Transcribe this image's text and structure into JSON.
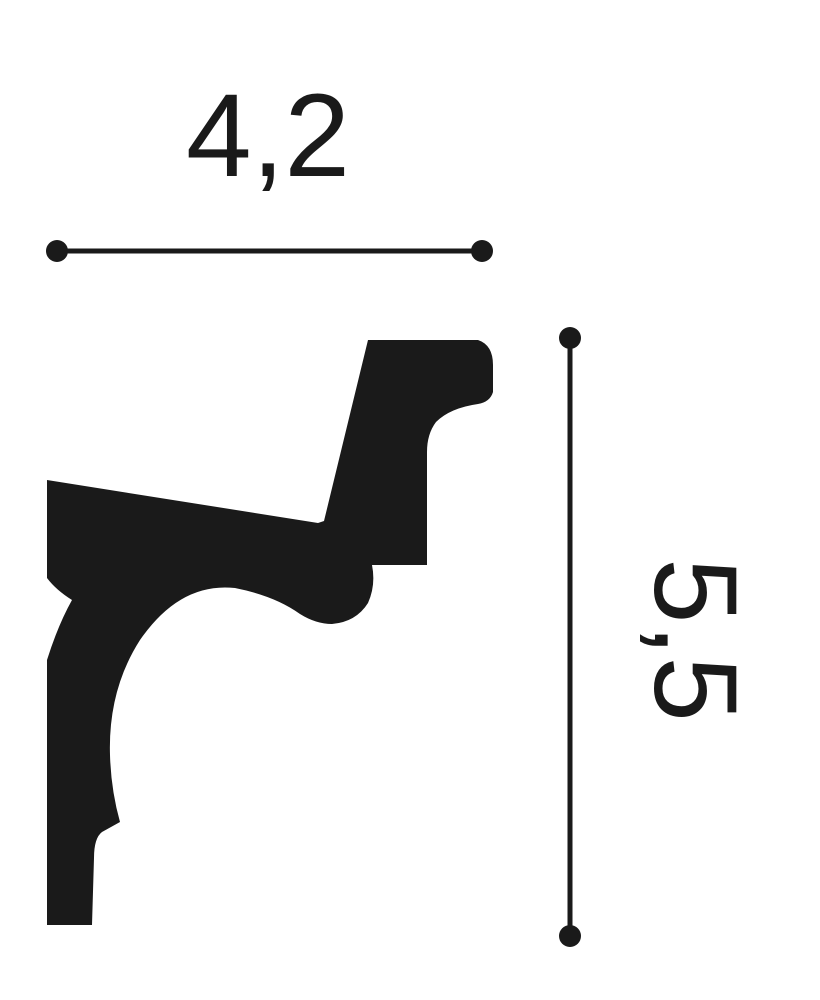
{
  "colors": {
    "background": "#ffffff",
    "profile_fill": "#1a1a1a",
    "dimension_line": "#1a1a1a"
  },
  "dimensions": {
    "width": {
      "label": "4,2",
      "value": 4.2
    },
    "height": {
      "label": "5,5",
      "value": 5.5
    }
  }
}
